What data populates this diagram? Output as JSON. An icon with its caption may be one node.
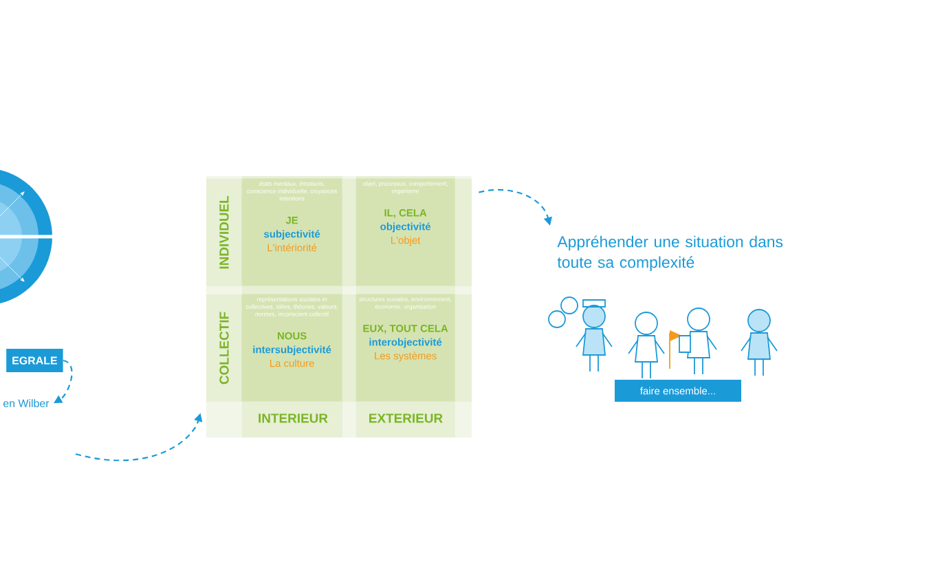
{
  "diagram": {
    "nodes": [
      {
        "text": [],
        "shape": "picture"
      },
      {
        "text": [
          "EGRALE"
        ]
      },
      {
        "text": [
          "en Wilber"
        ]
      },
      {
        "text": [],
        "shape": "box"
      },
      {
        "text": [
          "états mentaux, émotions, conscience individuelle, croyances intentions",
          "JE",
          "subjectivité",
          "L'intériorité"
        ],
        "in": 3
      },
      {
        "text": [
          "objet, processus, comportement, organisme",
          "IL, CELA",
          "objectivité",
          "L'objet"
        ],
        "in": 3
      },
      {
        "text": [
          "représentations sociales et collectives, idées, théories, valeurs, normes, inconscient collectif",
          "NOUS",
          "intersubjectivité",
          "La culture"
        ],
        "in": 3
      },
      {
        "text": [
          "structures sociales, environnement, économie, organisation",
          "EUX, TOUT CELA",
          "interobjectivité",
          "Les systèmes"
        ],
        "in": 3
      },
      {
        "text": [
          "Appréhender une situation dans toute sa complexité"
        ]
      },
      {
        "text": [],
        "shape": "picture"
      },
      {
        "text": [
          "faire ensemble..."
        ]
      }
    ],
    "edges": [
      {
        "from": 1,
        "to": 2,
        "arrow": "to",
        "style": "dashed"
      },
      {
        "from": null,
        "to": 3,
        "arrow": "to",
        "style": "dashed"
      },
      {
        "from": 3,
        "to": 8,
        "arrow": "to",
        "style": "dashed"
      }
    ],
    "labels": [
      "INDIVIDUEL",
      "COLLECTIF",
      "INTERIEUR",
      "EXTERIEUR"
    ]
  }
}
